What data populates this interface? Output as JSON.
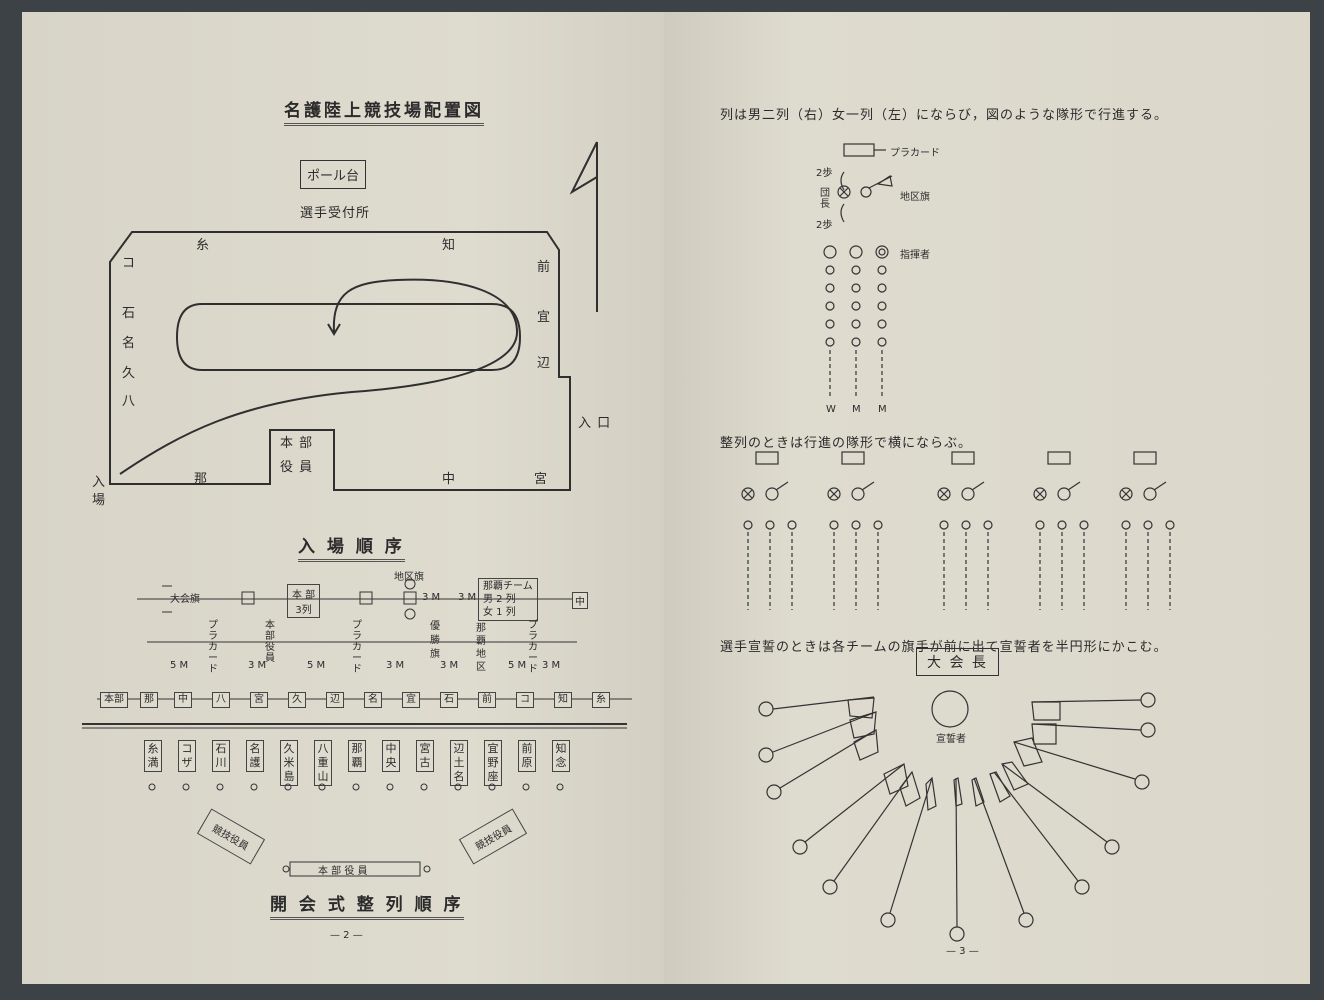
{
  "left_page": {
    "title": "名護陸上競技場配置図",
    "pole_stand": "ポール台",
    "reception": "選手受付所",
    "track_top_labels": [
      "糸",
      "知"
    ],
    "track_left_labels": [
      "コ",
      "石",
      "名",
      "久",
      "八"
    ],
    "track_right_labels": [
      "前",
      "宜",
      "辺"
    ],
    "track_bottom_labels": [
      "那",
      "中",
      "宮"
    ],
    "hq": [
      "本 部",
      "役 員"
    ],
    "entrance_right": "入 口",
    "entrance_left": "入場",
    "order_title": "入 場 順 序",
    "order_items": {
      "taikai_flag": "大会旗",
      "hq": "本 部",
      "hq_rows": "3列",
      "chiku_flag": "地区旗",
      "spacing_3m": "3 M",
      "naha_team": "那覇チーム",
      "men": "男 2 列",
      "women": "女 1 列",
      "end": "中"
    },
    "spacing_row": [
      "5 M",
      "プラカード",
      "3 M",
      "本部役員",
      "5 M",
      "プラカード",
      "3 M",
      "優勝旗",
      "3 M",
      "那覇地区",
      "5 M",
      "プラカード",
      "3 M"
    ],
    "sequence": [
      "本部",
      "那",
      "中",
      "八",
      "宮",
      "久",
      "辺",
      "名",
      "宜",
      "石",
      "前",
      "コ",
      "知",
      "糸"
    ],
    "teams": [
      "糸満",
      "コザ",
      "石川",
      "名護",
      "久米島",
      "八重山",
      "那覇",
      "中央",
      "宮古",
      "辺土名",
      "宜野座",
      "前原",
      "知念"
    ],
    "officials_left": "競技役員",
    "officials_right": "競技役員",
    "hq_officials": "本 部 役 員",
    "ceremony_title": "開 会 式 整 列 順 序",
    "page_number": "— 2 —"
  },
  "right_page": {
    "intro": "列は男二列（右）女一列（左）にならび，図のような隊形で行進する。",
    "placard": "プラカード",
    "two_steps": "2歩",
    "leader": "団長",
    "district_flag": "地区旗",
    "conductor": "指揮者",
    "columns": [
      "W",
      "M",
      "M"
    ],
    "lineup_text": "整列のときは行進の隊形で横にならぶ。",
    "oath_text": "選手宣誓のときは各チームの旗手が前に出て宣誓者を半円形にかこむ。",
    "president": "大 会 長",
    "oath_taker": "宣誓者",
    "page_number": "— 3 —"
  }
}
